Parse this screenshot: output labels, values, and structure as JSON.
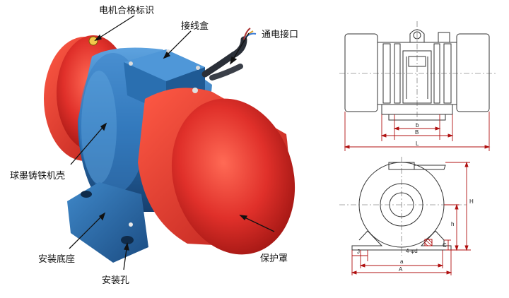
{
  "callouts": {
    "nameplate": "电机合格标识",
    "junction_box": "接线盒",
    "cable_inlet": "通电接口",
    "housing": "球墨铸铁机壳",
    "mounting_base": "安装底座",
    "mounting_hole": "安装孔",
    "guard": "保护罩"
  },
  "side_view_dims": {
    "b": "b",
    "B": "B",
    "L": "L"
  },
  "front_view_dims": {
    "H": "H",
    "h": "h",
    "J": "J",
    "a": "a",
    "A": "A",
    "holes": "4-φd",
    "C": "C"
  },
  "colors": {
    "guard_red": "#e4362c",
    "housing_blue": "#2a6fb0",
    "dim_red": "#b01010"
  }
}
